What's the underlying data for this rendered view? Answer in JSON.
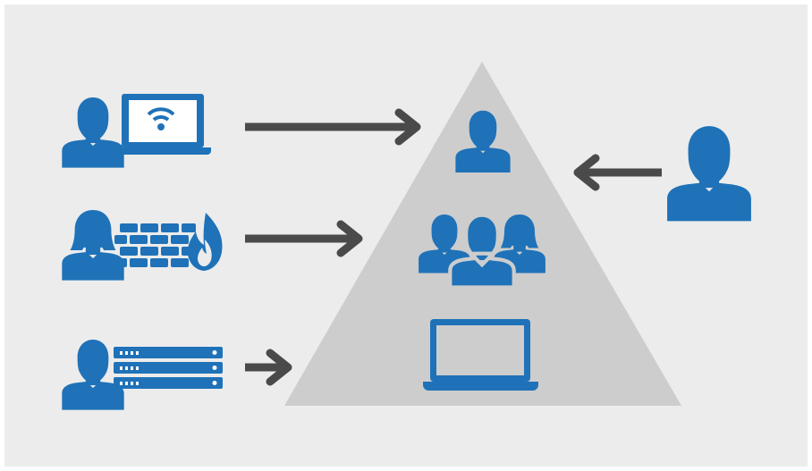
{
  "colors": {
    "background": "#ececec",
    "border": "#ffffff",
    "triangle": "#cdcdcd",
    "icon_blue": "#1f72b8",
    "arrow": "#4a4a4a",
    "white": "#ffffff"
  },
  "diagram": {
    "left_actors": [
      {
        "id": "remote-user",
        "icons": [
          "person-icon",
          "laptop-icon",
          "wifi-icon"
        ]
      },
      {
        "id": "network-admin",
        "icons": [
          "woman-icon",
          "brick-firewall-icon",
          "flame-icon"
        ]
      },
      {
        "id": "server-admin",
        "icons": [
          "person-icon",
          "server-rack-icon"
        ]
      }
    ],
    "right_actor": {
      "id": "external-user",
      "icons": [
        "person-icon"
      ]
    },
    "pyramid_tiers": [
      {
        "id": "top",
        "icons": [
          "person-icon"
        ]
      },
      {
        "id": "middle",
        "icons": [
          "group-icon"
        ]
      },
      {
        "id": "bottom",
        "icons": [
          "laptop-icon"
        ]
      }
    ],
    "arrows": [
      {
        "from": "remote-user",
        "to": "top",
        "direction": "right"
      },
      {
        "from": "network-admin",
        "to": "middle",
        "direction": "right"
      },
      {
        "from": "server-admin",
        "to": "bottom",
        "direction": "right"
      },
      {
        "from": "external-user",
        "to": "top",
        "direction": "left"
      }
    ]
  }
}
